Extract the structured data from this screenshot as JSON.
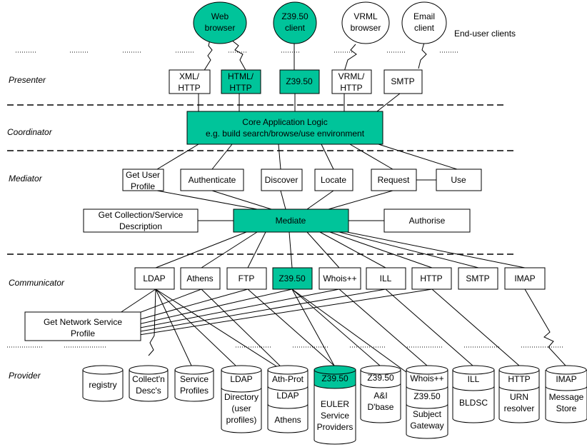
{
  "clients": {
    "web": "Web|browser",
    "z3950": "Z39.50|client",
    "vrml": "VRML|browser",
    "email": "Email|client",
    "caption": "End-user clients"
  },
  "layers": {
    "presenter": "Presenter",
    "coordinator": "Coordinator",
    "mediator": "Mediator",
    "communicator": "Communicator",
    "provider": "Provider"
  },
  "presenter": {
    "xml_http": "XML/|HTTP",
    "html_http": "HTML/|HTTP",
    "z3950": "Z39.50",
    "vrml_http": "VRML/|HTTP",
    "smtp": "SMTP"
  },
  "coordinator": {
    "core": "Core Application Logic|e.g. build search/browse/use environment"
  },
  "mediator": {
    "get_user_profile": "Get User|Profile",
    "authenticate": "Authenticate",
    "discover": "Discover",
    "locate": "Locate",
    "request": "Request",
    "use": "Use",
    "get_collection": "Get Collection/Service|Description",
    "mediate": "Mediate",
    "authorise": "Authorise"
  },
  "communicator": {
    "ldap": "LDAP",
    "athens": "Athens",
    "ftp": "FTP",
    "z3950": "Z39.50",
    "whois": "Whois++",
    "ill": "ILL",
    "http": "HTTP",
    "smtp": "SMTP",
    "imap": "IMAP",
    "get_network": "Get Network Service|Profile"
  },
  "provider": {
    "registry": "registry",
    "collectn": "Collect'n|Desc's",
    "service_profiles": "Service|Profiles",
    "ldap_head": "LDAP",
    "ldap_body": "Directory|(user|profiles)",
    "athprot_head": "Ath-Prot",
    "athprot_mid": "LDAP",
    "athprot_body": "Athens",
    "euler_head": "Z39.50",
    "euler_body": "EULER|Service|Providers",
    "ai_head": "Z39.50",
    "ai_body": "A&I|D'base",
    "subject_head": "Whois++",
    "subject_mid": "Z39.50",
    "subject_body": "Subject|Gateway",
    "ill_head": "ILL",
    "ill_body": "BLDSC",
    "http_head": "HTTP",
    "http_body": "URN|resolver",
    "imap_head": "IMAP",
    "imap_body": "Message|Store"
  },
  "colors": {
    "highlight": "#00c49a"
  }
}
